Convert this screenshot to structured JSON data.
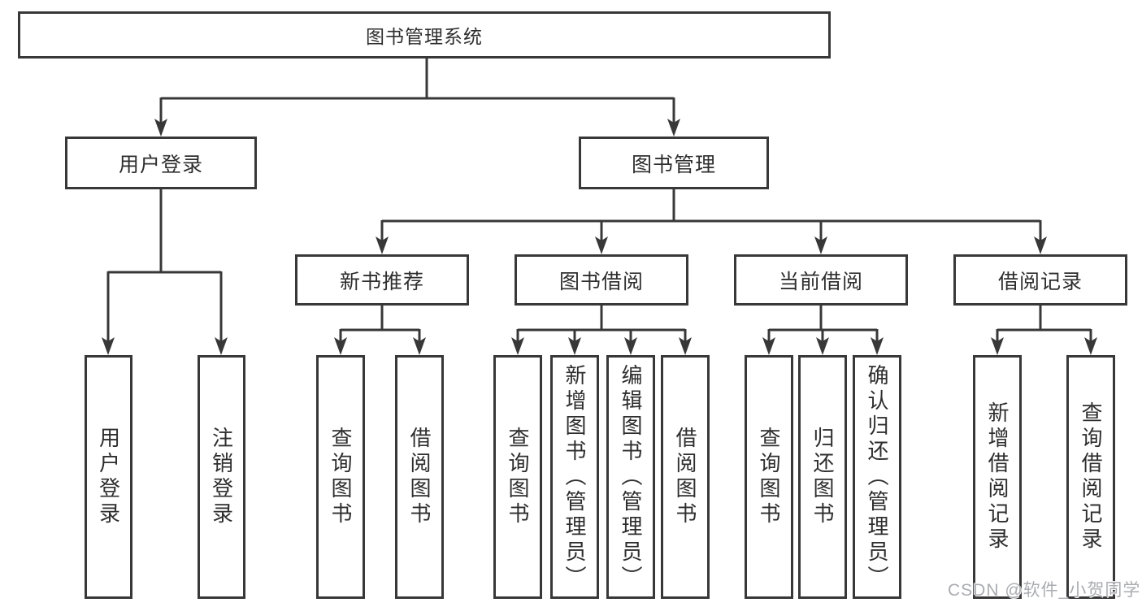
{
  "colors": {
    "line": "#383838",
    "box_border": "#383838",
    "text": "#2e2e2e",
    "background": "#ffffff",
    "watermark": "#a5a8ad"
  },
  "tree": {
    "root": {
      "label": "图书管理系统"
    },
    "branches": [
      {
        "label": "用户登录",
        "children": [
          {
            "label": "用户登录"
          },
          {
            "label": "注销登录"
          }
        ]
      },
      {
        "label": "图书管理",
        "children": [
          {
            "label": "新书推荐",
            "children": [
              {
                "label": "查询图书"
              },
              {
                "label": "借阅图书"
              }
            ]
          },
          {
            "label": "图书借阅",
            "children": [
              {
                "label": "查询图书"
              },
              {
                "label": "新增图书（管理员）"
              },
              {
                "label": "编辑图书（管理员）"
              },
              {
                "label": "借阅图书"
              }
            ]
          },
          {
            "label": "当前借阅",
            "children": [
              {
                "label": "查询图书"
              },
              {
                "label": "归还图书"
              },
              {
                "label": "确认归还（管理员）"
              }
            ]
          },
          {
            "label": "借阅记录",
            "children": [
              {
                "label": "新增借阅记录"
              },
              {
                "label": "查询借阅记录"
              }
            ]
          }
        ]
      }
    ]
  },
  "watermark": {
    "text": "CSDN @软件_小贺同学"
  }
}
